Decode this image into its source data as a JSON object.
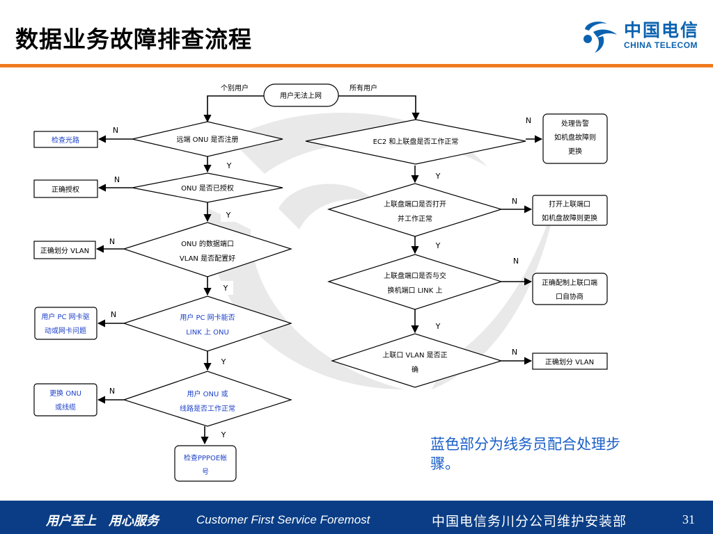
{
  "header": {
    "title": "数据业务故障排查流程",
    "logo_cn": "中国电信",
    "logo_en": "CHINA TELECOM"
  },
  "flow": {
    "start": "用户无法上网",
    "branch_left": "个别用户",
    "branch_right": "所有用户",
    "left_decisions": [
      {
        "l1": "远端 ONU 是否注册",
        "l2": "",
        "blue": false
      },
      {
        "l1": "ONU 是否已授权",
        "l2": "",
        "blue": false
      },
      {
        "l1": "ONU 的数据端口",
        "l2": "VLAN 是否配置好",
        "blue": false
      },
      {
        "l1": "用户 PC 网卡能否",
        "l2": "LINK 上 ONU",
        "blue": true
      },
      {
        "l1": "用户 ONU 或",
        "l2": "线路是否工作正常",
        "blue": true
      }
    ],
    "left_actions": [
      {
        "l1": "检查光路",
        "l2": "",
        "blue": true
      },
      {
        "l1": "正确授权",
        "l2": "",
        "blue": false
      },
      {
        "l1": "正确划分 VLAN",
        "l2": "",
        "blue": false
      },
      {
        "l1": "用户 PC 网卡驱",
        "l2": "动或网卡问题",
        "blue": true
      },
      {
        "l1": "更换 ONU",
        "l2": "或线缆",
        "blue": true
      }
    ],
    "left_end": {
      "l1": "检查PPPOE帐",
      "l2": "号"
    },
    "right_decisions": [
      {
        "l1": "EC2 和上联盘是否工作正常",
        "l2": ""
      },
      {
        "l1": "上联盘端口是否打开",
        "l2": "并工作正常"
      },
      {
        "l1": "上联盘端口是否与交",
        "l2": "换机端口 LINK 上"
      },
      {
        "l1": "上联口 VLAN 是否正",
        "l2": "确"
      }
    ],
    "right_actions": [
      {
        "l1": "处理告警",
        "l2": "如机盘故障则",
        "l3": "更换"
      },
      {
        "l1": "打开上联端口",
        "l2": "如机盘故障则更换",
        "l3": ""
      },
      {
        "l1": "正确配制上联口端",
        "l2": "口自协商",
        "l3": ""
      },
      {
        "l1": "正确划分 VLAN",
        "l2": "",
        "l3": ""
      }
    ],
    "yes": "Y",
    "no": "N"
  },
  "note": "蓝色部分为线务员配合处理步骤。",
  "footer": {
    "slogan": "用户至上　用心服务",
    "slogan_en": "Customer First Service Foremost",
    "org": "中国电信务川分公司维护安装部",
    "page": "31"
  },
  "colors": {
    "brand_blue": "#0a62b0",
    "footer_bg": "#0a3d85",
    "accent_orange": "#f07c1e",
    "step_blue": "#1a3fc8"
  }
}
